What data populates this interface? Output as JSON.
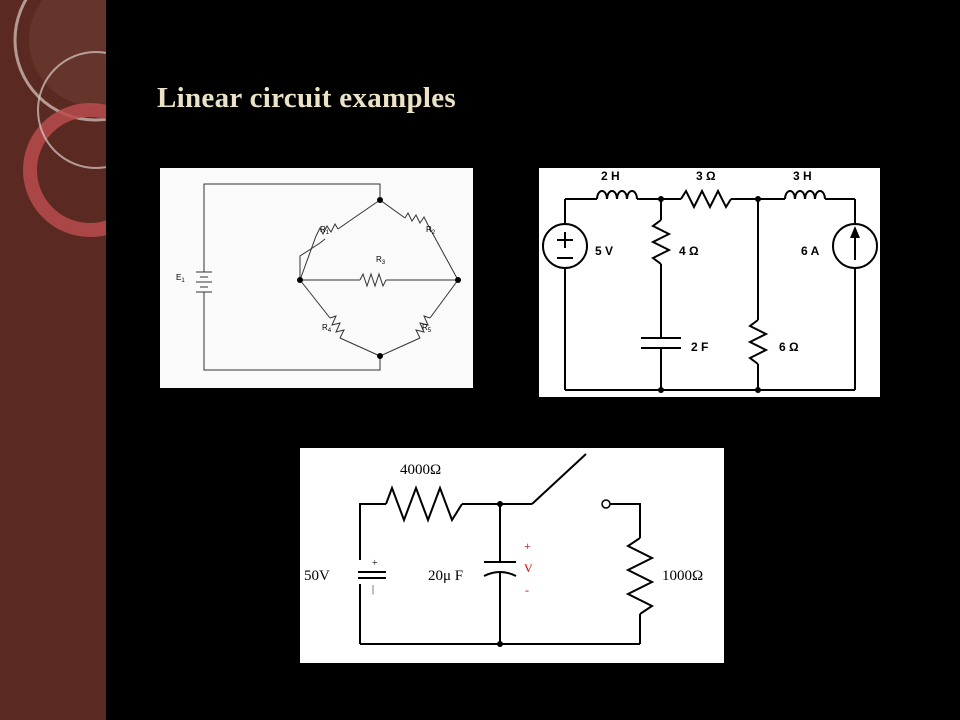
{
  "slide": {
    "title": "Linear circuit examples"
  },
  "bridge_circuit": {
    "source_label": "E",
    "source_sub": "1",
    "resistors": [
      {
        "label": "R",
        "sub": "1"
      },
      {
        "label": "R",
        "sub": "2"
      },
      {
        "label": "R",
        "sub": "3"
      },
      {
        "label": "R",
        "sub": "4"
      },
      {
        "label": "R",
        "sub": "5"
      }
    ]
  },
  "rlc_circuit": {
    "labels": {
      "l1": "2 H",
      "r1": "3 Ω",
      "l2": "3 H",
      "vsource": "5 V",
      "r2": "4 Ω",
      "isource": "6 A",
      "cap": "2 F",
      "r3": "6 Ω"
    }
  },
  "rc_switch_circuit": {
    "labels": {
      "resistor1": "4000Ω",
      "battery": "50V",
      "capacitor": "20μ F",
      "resistor2": "1000Ω",
      "v_plus": "+",
      "v_label": "V",
      "v_minus": "-",
      "batt_plus": "+",
      "batt_minus": "|"
    }
  },
  "colors": {
    "sidebar": "#5a2a22",
    "title": "#ece3c6",
    "voltage_marker": "#cc0000"
  }
}
